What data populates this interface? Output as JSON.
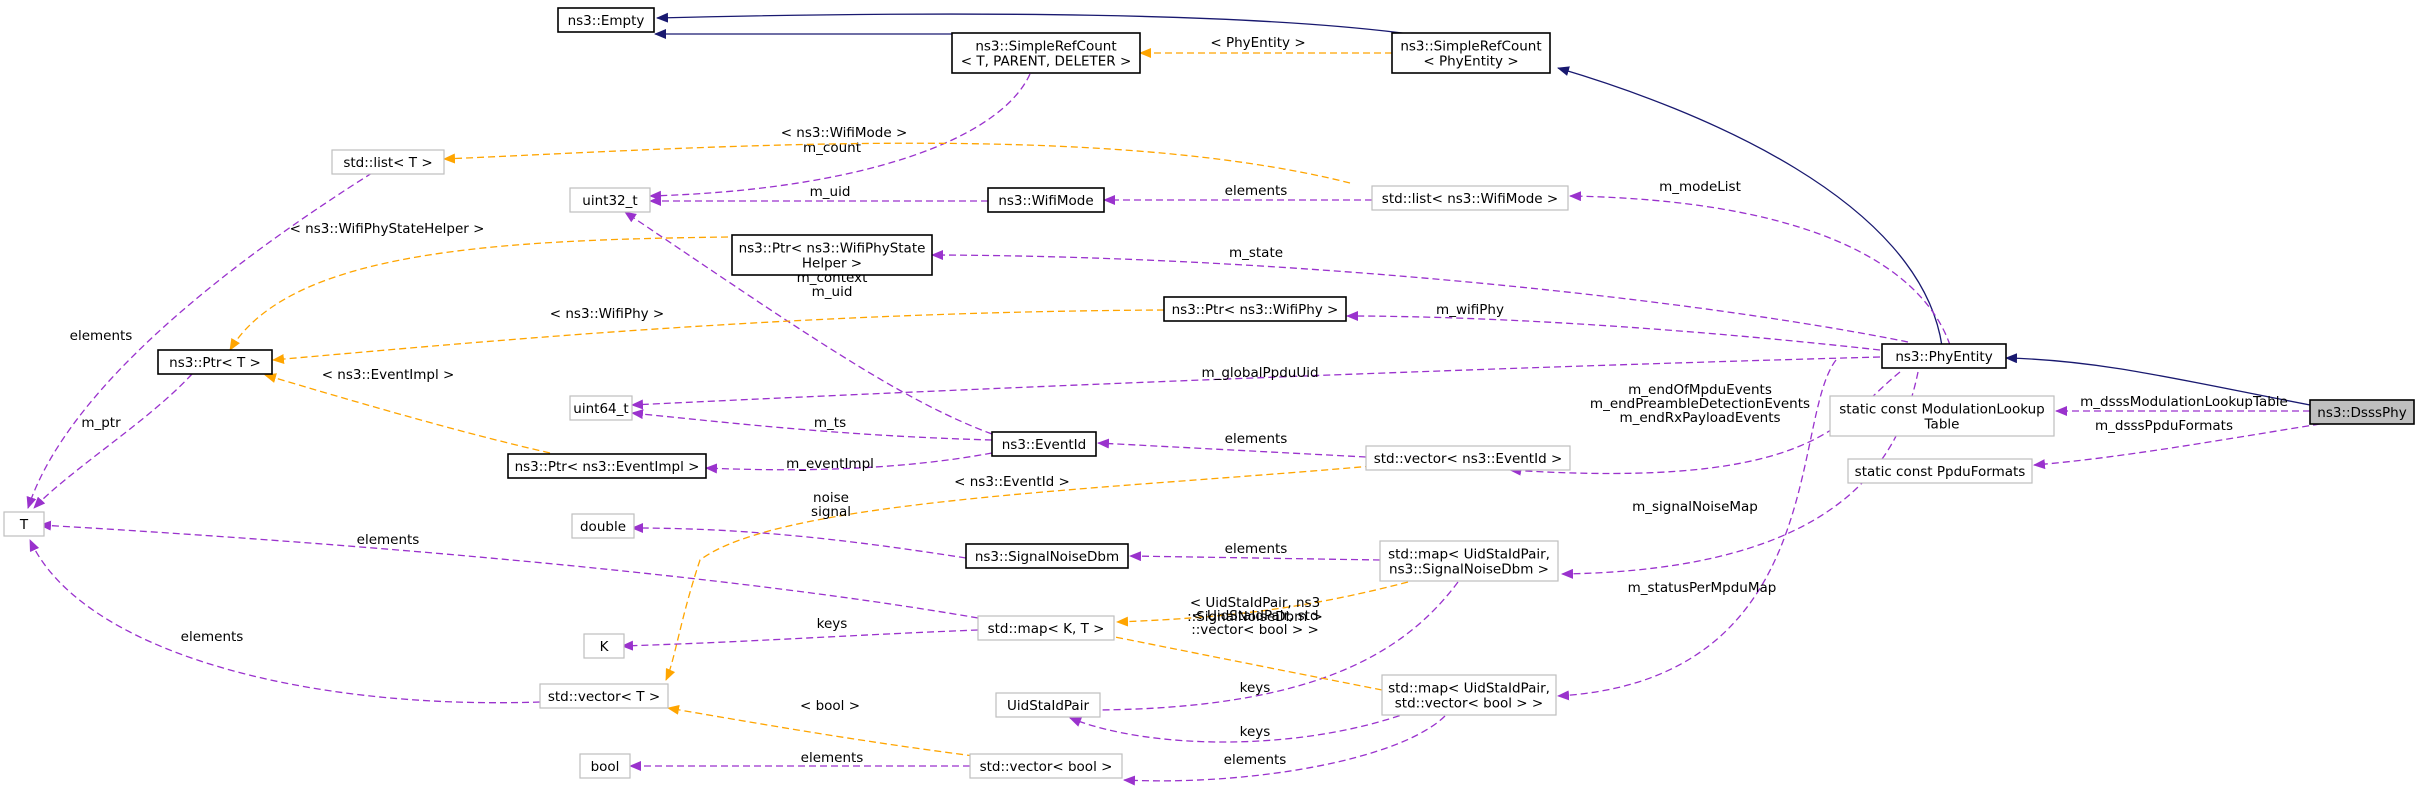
{
  "nodes": {
    "empty": {
      "lines": [
        "ns3::Empty"
      ],
      "style": "bold"
    },
    "simplerefcount_t": {
      "lines": [
        "ns3::SimpleRefCount",
        "< T, PARENT, DELETER >"
      ],
      "style": "bold"
    },
    "simplerefcount_phy": {
      "lines": [
        "ns3::SimpleRefCount",
        "< PhyEntity >"
      ],
      "style": "bold"
    },
    "stdlist_t": {
      "lines": [
        "std::list< T >"
      ],
      "style": "grey"
    },
    "uint32": {
      "lines": [
        "uint32_t"
      ],
      "style": "grey"
    },
    "wifimode": {
      "lines": [
        "ns3::WifiMode"
      ],
      "style": "bold"
    },
    "stdlist_wifimode": {
      "lines": [
        "std::list< ns3::WifiMode >"
      ],
      "style": "grey"
    },
    "ptr_statehelper": {
      "lines": [
        "ns3::Ptr< ns3::WifiPhyState",
        "Helper >"
      ],
      "style": "bold"
    },
    "ptr_t": {
      "lines": [
        "ns3::Ptr< T >"
      ],
      "style": "bold"
    },
    "ptr_wifiphy": {
      "lines": [
        "ns3::Ptr< ns3::WifiPhy >"
      ],
      "style": "bold"
    },
    "phyentity": {
      "lines": [
        "ns3::PhyEntity"
      ],
      "style": "bold"
    },
    "uint64": {
      "lines": [
        "uint64_t"
      ],
      "style": "grey"
    },
    "eventid": {
      "lines": [
        "ns3::EventId"
      ],
      "style": "bold"
    },
    "ptr_eventimpl": {
      "lines": [
        "ns3::Ptr< ns3::EventImpl >"
      ],
      "style": "bold"
    },
    "vector_eventid": {
      "lines": [
        "std::vector< ns3::EventId >"
      ],
      "style": "grey"
    },
    "modlookup": {
      "lines": [
        "static const ModulationLookup",
        "Table"
      ],
      "style": "grey"
    },
    "ppduformats": {
      "lines": [
        "static const PpduFormats"
      ],
      "style": "grey"
    },
    "dsssphy": {
      "lines": [
        "ns3::DsssPhy"
      ],
      "style": "focus"
    },
    "t": {
      "lines": [
        "T"
      ],
      "style": "grey"
    },
    "double": {
      "lines": [
        "double"
      ],
      "style": "grey"
    },
    "signalnoise": {
      "lines": [
        "ns3::SignalNoiseDbm"
      ],
      "style": "bold"
    },
    "map_signalnoise": {
      "lines": [
        "std::map< UidStaIdPair,",
        "ns3::SignalNoiseDbm >"
      ],
      "style": "grey"
    },
    "k": {
      "lines": [
        "K"
      ],
      "style": "grey"
    },
    "map_kt": {
      "lines": [
        "std::map< K, T >"
      ],
      "style": "grey"
    },
    "vector_t": {
      "lines": [
        "std::vector< T >"
      ],
      "style": "grey"
    },
    "uidstaidpair": {
      "lines": [
        "UidStaIdPair"
      ],
      "style": "grey"
    },
    "map_vectorbool": {
      "lines": [
        "std::map< UidStaIdPair,",
        "std::vector< bool > >"
      ],
      "style": "grey"
    },
    "bool": {
      "lines": [
        "bool"
      ],
      "style": "grey"
    },
    "vector_bool": {
      "lines": [
        "std::vector< bool >"
      ],
      "style": "grey"
    }
  },
  "edges": [
    {
      "id": "e1",
      "kind": "inherit",
      "label": []
    },
    {
      "id": "e2",
      "kind": "inherit",
      "label": []
    },
    {
      "id": "e3",
      "kind": "template",
      "label": [
        "< PhyEntity >"
      ]
    },
    {
      "id": "e4",
      "kind": "inherit",
      "label": []
    },
    {
      "id": "e5",
      "kind": "inherit",
      "label": []
    },
    {
      "id": "e6",
      "kind": "usage",
      "label": [
        "m_count"
      ]
    },
    {
      "id": "e7",
      "kind": "template",
      "label": [
        "< ns3::WifiMode >"
      ]
    },
    {
      "id": "e8",
      "kind": "usage",
      "label": [
        "elements"
      ]
    },
    {
      "id": "e9",
      "kind": "usage",
      "label": [
        "m_uid"
      ]
    },
    {
      "id": "e10",
      "kind": "usage",
      "label": [
        "elements"
      ]
    },
    {
      "id": "e11",
      "kind": "usage",
      "label": [
        "m_modeList"
      ]
    },
    {
      "id": "e12",
      "kind": "template",
      "label": [
        "< ns3::WifiPhyStateHelper >"
      ]
    },
    {
      "id": "e13",
      "kind": "usage",
      "label": [
        "m_state"
      ]
    },
    {
      "id": "e14",
      "kind": "usage",
      "label": [
        "m_context",
        "m_uid"
      ]
    },
    {
      "id": "e15",
      "kind": "template",
      "label": [
        "< ns3::WifiPhy >"
      ]
    },
    {
      "id": "e16",
      "kind": "usage",
      "label": [
        "m_wifiPhy"
      ]
    },
    {
      "id": "e17",
      "kind": "usage",
      "label": [
        "m_ptr"
      ]
    },
    {
      "id": "e18",
      "kind": "template",
      "label": [
        "< ns3::EventImpl >"
      ]
    },
    {
      "id": "e19",
      "kind": "usage",
      "label": [
        "m_globalPpduUid"
      ]
    },
    {
      "id": "e20",
      "kind": "usage",
      "label": [
        "m_ts"
      ]
    },
    {
      "id": "e21",
      "kind": "usage",
      "label": [
        "m_eventImpl"
      ]
    },
    {
      "id": "e22",
      "kind": "usage",
      "label": [
        "elements"
      ]
    },
    {
      "id": "e23",
      "kind": "usage",
      "label": [
        "m_endOfMpduEvents",
        "m_endPreambleDetectionEvents",
        "m_endRxPayloadEvents"
      ]
    },
    {
      "id": "e24",
      "kind": "usage",
      "label": [
        "m_dsssModulationLookupTable"
      ]
    },
    {
      "id": "e25",
      "kind": "usage",
      "label": [
        "m_dsssPpduFormats"
      ]
    },
    {
      "id": "e26",
      "kind": "usage",
      "label": [
        "m_signalNoiseMap"
      ]
    },
    {
      "id": "e27",
      "kind": "usage",
      "label": [
        "m_statusPerMpduMap"
      ]
    },
    {
      "id": "e28",
      "kind": "template",
      "label": [
        "< ns3::EventId >"
      ]
    },
    {
      "id": "e29",
      "kind": "usage",
      "label": [
        "noise",
        "signal"
      ]
    },
    {
      "id": "e30",
      "kind": "usage",
      "label": [
        "elements"
      ]
    },
    {
      "id": "e31",
      "kind": "usage",
      "label": [
        "elements"
      ]
    },
    {
      "id": "e32",
      "kind": "template",
      "label": [
        "< UidStaIdPair, ns3",
        "::SignalNoiseDbm >"
      ]
    },
    {
      "id": "e33",
      "kind": "usage",
      "label": [
        "keys"
      ]
    },
    {
      "id": "e34",
      "kind": "usage",
      "label": [
        "keys"
      ]
    },
    {
      "id": "e35",
      "kind": "template",
      "label": [
        "< UidStaIdPair, std",
        "::vector< bool > >"
      ]
    },
    {
      "id": "e36",
      "kind": "usage",
      "label": [
        "elements"
      ]
    },
    {
      "id": "e37",
      "kind": "usage",
      "label": [
        "keys"
      ]
    },
    {
      "id": "e38",
      "kind": "template",
      "label": [
        "< bool >"
      ]
    },
    {
      "id": "e39",
      "kind": "usage",
      "label": [
        "elements"
      ]
    },
    {
      "id": "e40",
      "kind": "usage",
      "label": [
        "elements"
      ]
    }
  ],
  "colors": {
    "inherit": "#191970",
    "usage": "#9a32cd",
    "template": "#ffa500",
    "focus_fill": "#bfbfbf",
    "grey_border": "#bfbfbf"
  }
}
